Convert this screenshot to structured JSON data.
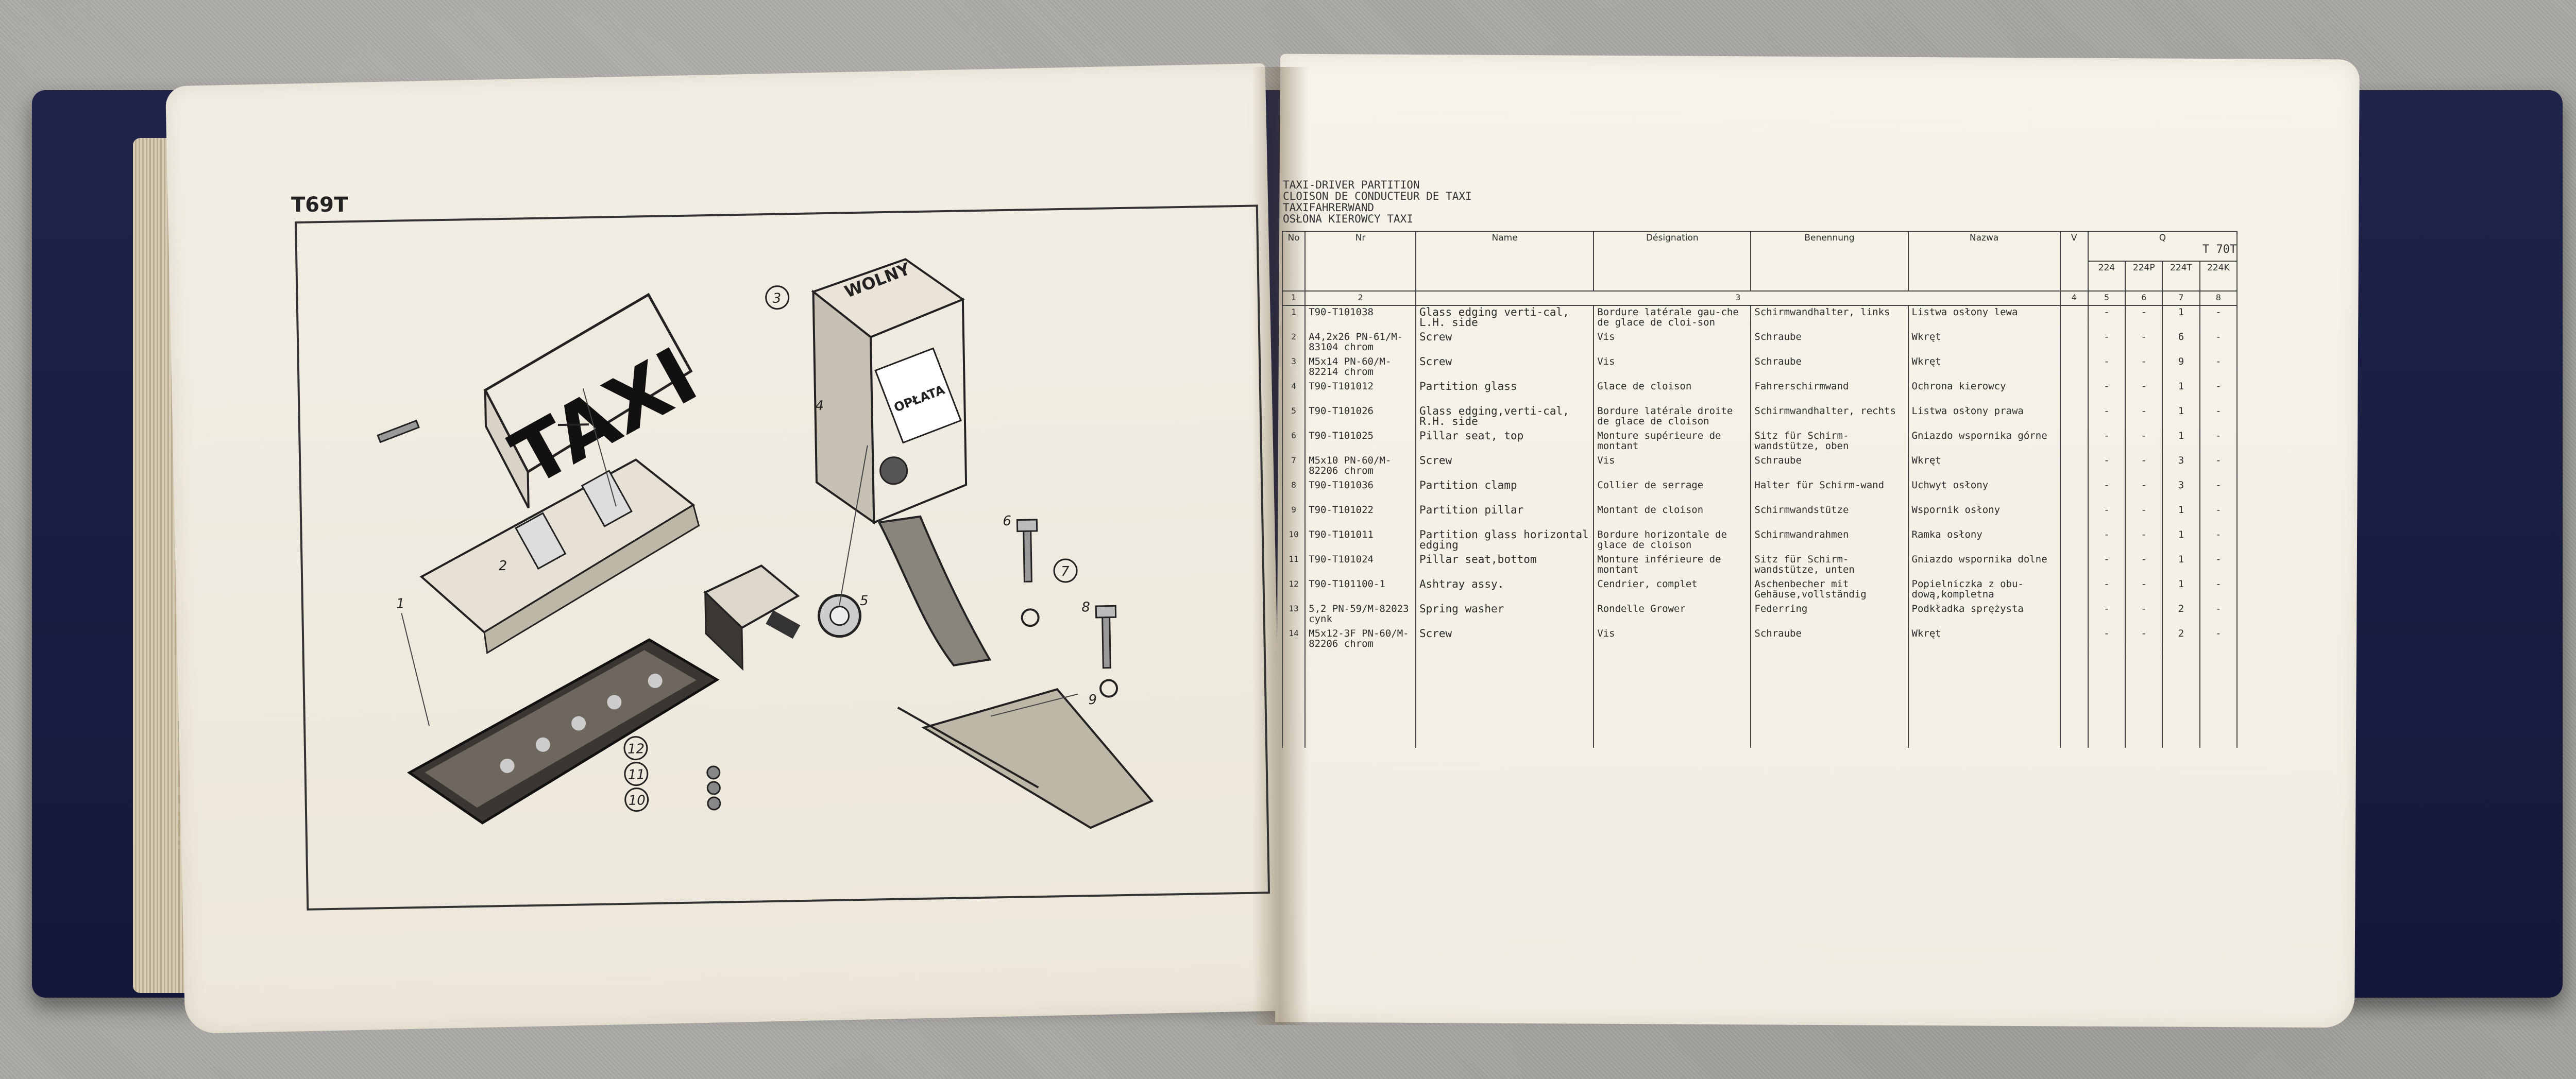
{
  "page_code": "T69T",
  "table_title": [
    "TAXI-DRIVER PARTITION",
    "CLOISON DE CONDUCTEUR DE TAXI",
    "TAXIFAHRERWAND",
    "OSŁONA KIEROWCY TAXI"
  ],
  "ref_code": "T 70T",
  "diagram": {
    "sign_text": "TAXI",
    "meter_brand": "WOLNY",
    "meter_label": "OPŁATA",
    "callouts": [
      "1",
      "2",
      "3",
      "4",
      "5",
      "6",
      "7",
      "8",
      "9",
      "10",
      "11",
      "12"
    ]
  },
  "table": {
    "headers": {
      "no": "No",
      "nr": "Nr",
      "name": "Name",
      "designation": "Désignation",
      "benennung": "Benennung",
      "nazwa": "Nazwa",
      "v": "V",
      "q": "Q",
      "q_cols": [
        "224",
        "224P",
        "224T",
        "224K"
      ]
    },
    "col_numbers": [
      "1",
      "2",
      "3",
      "4",
      "5",
      "6",
      "7",
      "8"
    ],
    "rows": [
      {
        "no": "1",
        "nr": "T90-T101038",
        "name": "Glass edging verti-cal, L.H. side",
        "fr": "Bordure latérale gau-che de glace de cloi-son",
        "de": "Schirmwandhalter, links",
        "pl": "Listwa osłony lewa",
        "q": [
          "-",
          "-",
          "1",
          "-"
        ]
      },
      {
        "no": "2",
        "nr": "A4,2x26 PN-61/M-83104 chrom",
        "name": "Screw",
        "fr": "Vis",
        "de": "Schraube",
        "pl": "Wkręt",
        "q": [
          "-",
          "-",
          "6",
          "-"
        ]
      },
      {
        "no": "3",
        "nr": "M5x14 PN-60/M-82214 chrom",
        "name": "Screw",
        "fr": "Vis",
        "de": "Schraube",
        "pl": "Wkręt",
        "q": [
          "-",
          "-",
          "9",
          "-"
        ]
      },
      {
        "no": "4",
        "nr": "T90-T101012",
        "name": "Partition glass",
        "fr": "Glace de cloison",
        "de": "Fahrerschirmwand",
        "pl": "Ochrona kierowcy",
        "q": [
          "-",
          "-",
          "1",
          "-"
        ]
      },
      {
        "no": "5",
        "nr": "T90-T101026",
        "name": "Glass edging,verti-cal, R.H. side",
        "fr": "Bordure latérale droite de glace de cloison",
        "de": "Schirmwandhalter, rechts",
        "pl": "Listwa osłony prawa",
        "q": [
          "-",
          "-",
          "1",
          "-"
        ]
      },
      {
        "no": "6",
        "nr": "T90-T101025",
        "name": "Pillar seat, top",
        "fr": "Monture supérieure de montant",
        "de": "Sitz für Schirm-wandstütze, oben",
        "pl": "Gniazdo wspornika górne",
        "q": [
          "-",
          "-",
          "1",
          "-"
        ]
      },
      {
        "no": "7",
        "nr": "M5x10 PN-60/M-82206 chrom",
        "name": "Screw",
        "fr": "Vis",
        "de": "Schraube",
        "pl": "Wkręt",
        "q": [
          "-",
          "-",
          "3",
          "-"
        ]
      },
      {
        "no": "8",
        "nr": "T90-T101036",
        "name": "Partition clamp",
        "fr": "Collier de serrage",
        "de": "Halter für Schirm-wand",
        "pl": "Uchwyt osłony",
        "q": [
          "-",
          "-",
          "3",
          "-"
        ]
      },
      {
        "no": "9",
        "nr": "T90-T101022",
        "name": "Partition pillar",
        "fr": "Montant de cloison",
        "de": "Schirmwandstütze",
        "pl": "Wspornik osłony",
        "q": [
          "-",
          "-",
          "1",
          "-"
        ]
      },
      {
        "no": "10",
        "nr": "T90-T101011",
        "name": "Partition glass horizontal edging",
        "fr": "Bordure horizontale de glace de cloison",
        "de": "Schirmwandrahmen",
        "pl": "Ramka osłony",
        "q": [
          "-",
          "-",
          "1",
          "-"
        ]
      },
      {
        "no": "11",
        "nr": "T90-T101024",
        "name": "Pillar seat,bottom",
        "fr": "Monture inférieure de montant",
        "de": "Sitz für Schirm-wandstütze, unten",
        "pl": "Gniazdo wspornika dolne",
        "q": [
          "-",
          "-",
          "1",
          "-"
        ]
      },
      {
        "no": "12",
        "nr": "T90-T101100-1",
        "name": "Ashtray assy.",
        "fr": "Cendrier, complet",
        "de": "Aschenbecher mit Gehäuse,vollständig",
        "pl": "Popielniczka z obu-dową,kompletna",
        "q": [
          "-",
          "-",
          "1",
          "-"
        ]
      },
      {
        "no": "13",
        "nr": "5,2 PN-59/M-82023 cynk",
        "name": "Spring washer",
        "fr": "Rondelle Grower",
        "de": "Federring",
        "pl": "Podkładka sprężysta",
        "q": [
          "-",
          "-",
          "2",
          "-"
        ]
      },
      {
        "no": "14",
        "nr": "M5x12-3F PN-60/M-82206 chrom",
        "name": "Screw",
        "fr": "Vis",
        "de": "Schraube",
        "pl": "Wkręt",
        "q": [
          "-",
          "-",
          "2",
          "-"
        ]
      }
    ]
  }
}
